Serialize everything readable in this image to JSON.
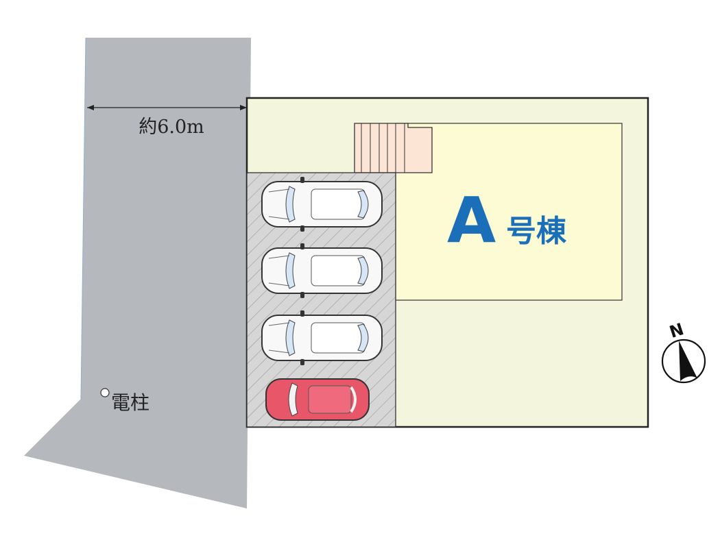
{
  "road": {
    "width_label": "約6.0m",
    "pole_label": "電柱"
  },
  "building": {
    "letter": "A",
    "suffix": "号棟",
    "color": "#1a6fb8"
  },
  "parking": {
    "cars": [
      {
        "color": "white"
      },
      {
        "color": "white"
      },
      {
        "color": "white"
      },
      {
        "color": "red"
      }
    ]
  },
  "compass": {
    "label": "N"
  },
  "colors": {
    "road": "#b5b9bd",
    "lot": "#f3f5dc",
    "building": "#fdfbd4",
    "stairs": "#fde5d5",
    "parking": "#d6d6d6",
    "red_car": "#e8566a"
  }
}
